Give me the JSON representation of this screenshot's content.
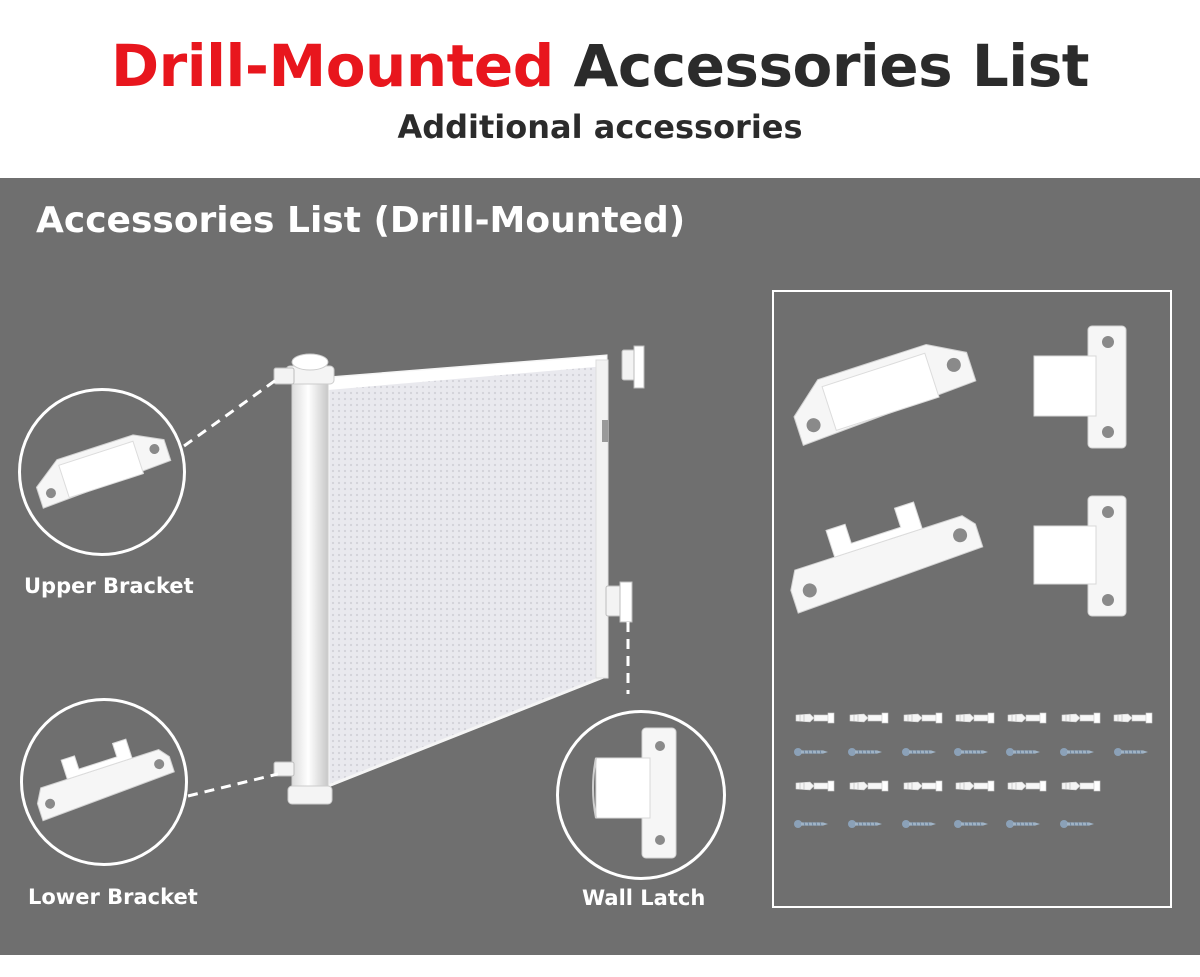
{
  "header": {
    "title_accent": "Drill-Mounted",
    "title_rest": "Accessories List",
    "subtitle": "Additional accessories"
  },
  "panel": {
    "section_title": "Accessories List (Drill-Mounted)"
  },
  "callouts": [
    {
      "label": "Upper Bracket",
      "icon": "upper-bracket-icon"
    },
    {
      "label": "Lower Bracket",
      "icon": "lower-bracket-icon"
    },
    {
      "label": "Wall Latch",
      "icon": "wall-latch-icon"
    }
  ],
  "colors": {
    "accent": "#e8161d",
    "dark_text": "#2b2b2b",
    "panel_bg": "#6f6f6f",
    "white": "#ffffff"
  }
}
